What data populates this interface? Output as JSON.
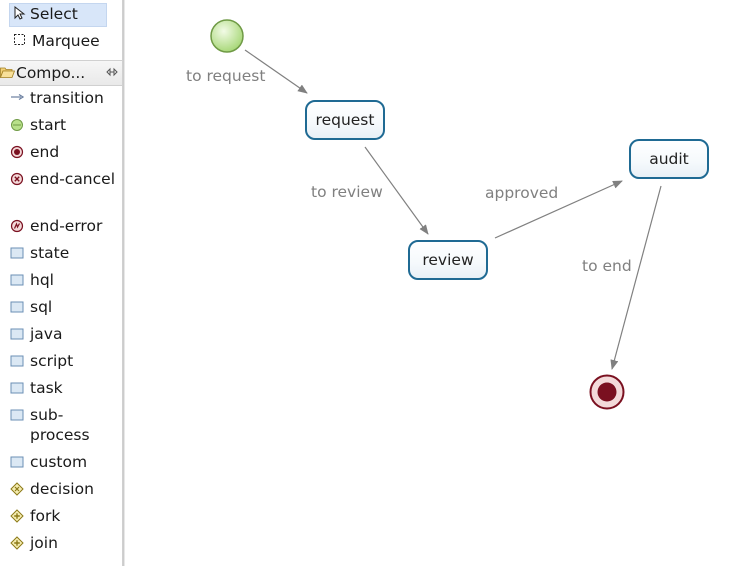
{
  "palette": {
    "tools": {
      "select": "Select",
      "marquee": "Marquee"
    },
    "drawer_title": "Compo...",
    "items": [
      {
        "label": "transition",
        "icon": "transition-arrow-icon"
      },
      {
        "label": "start",
        "icon": "start-event-icon"
      },
      {
        "label": "end",
        "icon": "end-event-icon"
      },
      {
        "label": "end-cancel",
        "icon": "end-cancel-icon"
      },
      {
        "label": "end-error",
        "icon": "end-error-icon"
      },
      {
        "label": "state",
        "icon": "activity-node-icon"
      },
      {
        "label": "hql",
        "icon": "activity-node-icon"
      },
      {
        "label": "sql",
        "icon": "activity-node-icon"
      },
      {
        "label": "java",
        "icon": "activity-node-icon"
      },
      {
        "label": "script",
        "icon": "activity-node-icon"
      },
      {
        "label": "task",
        "icon": "activity-node-icon"
      },
      {
        "label": "sub-process",
        "icon": "activity-node-icon"
      },
      {
        "label": "custom",
        "icon": "activity-node-icon"
      },
      {
        "label": "decision",
        "icon": "gateway-icon"
      },
      {
        "label": "fork",
        "icon": "gateway-icon"
      },
      {
        "label": "join",
        "icon": "gateway-icon"
      }
    ]
  },
  "diagram": {
    "nodes": {
      "request": "request",
      "review": "review",
      "audit": "audit"
    },
    "transitions": {
      "to_request": "to request",
      "to_review": "to review",
      "approved": "approved",
      "to_end": "to end"
    }
  },
  "colors": {
    "node_border": "#1f6a93",
    "start_fill": "#b8e08a",
    "end_fill": "#7a1020",
    "edge": "#808080",
    "selection": "#d8e6f9"
  }
}
